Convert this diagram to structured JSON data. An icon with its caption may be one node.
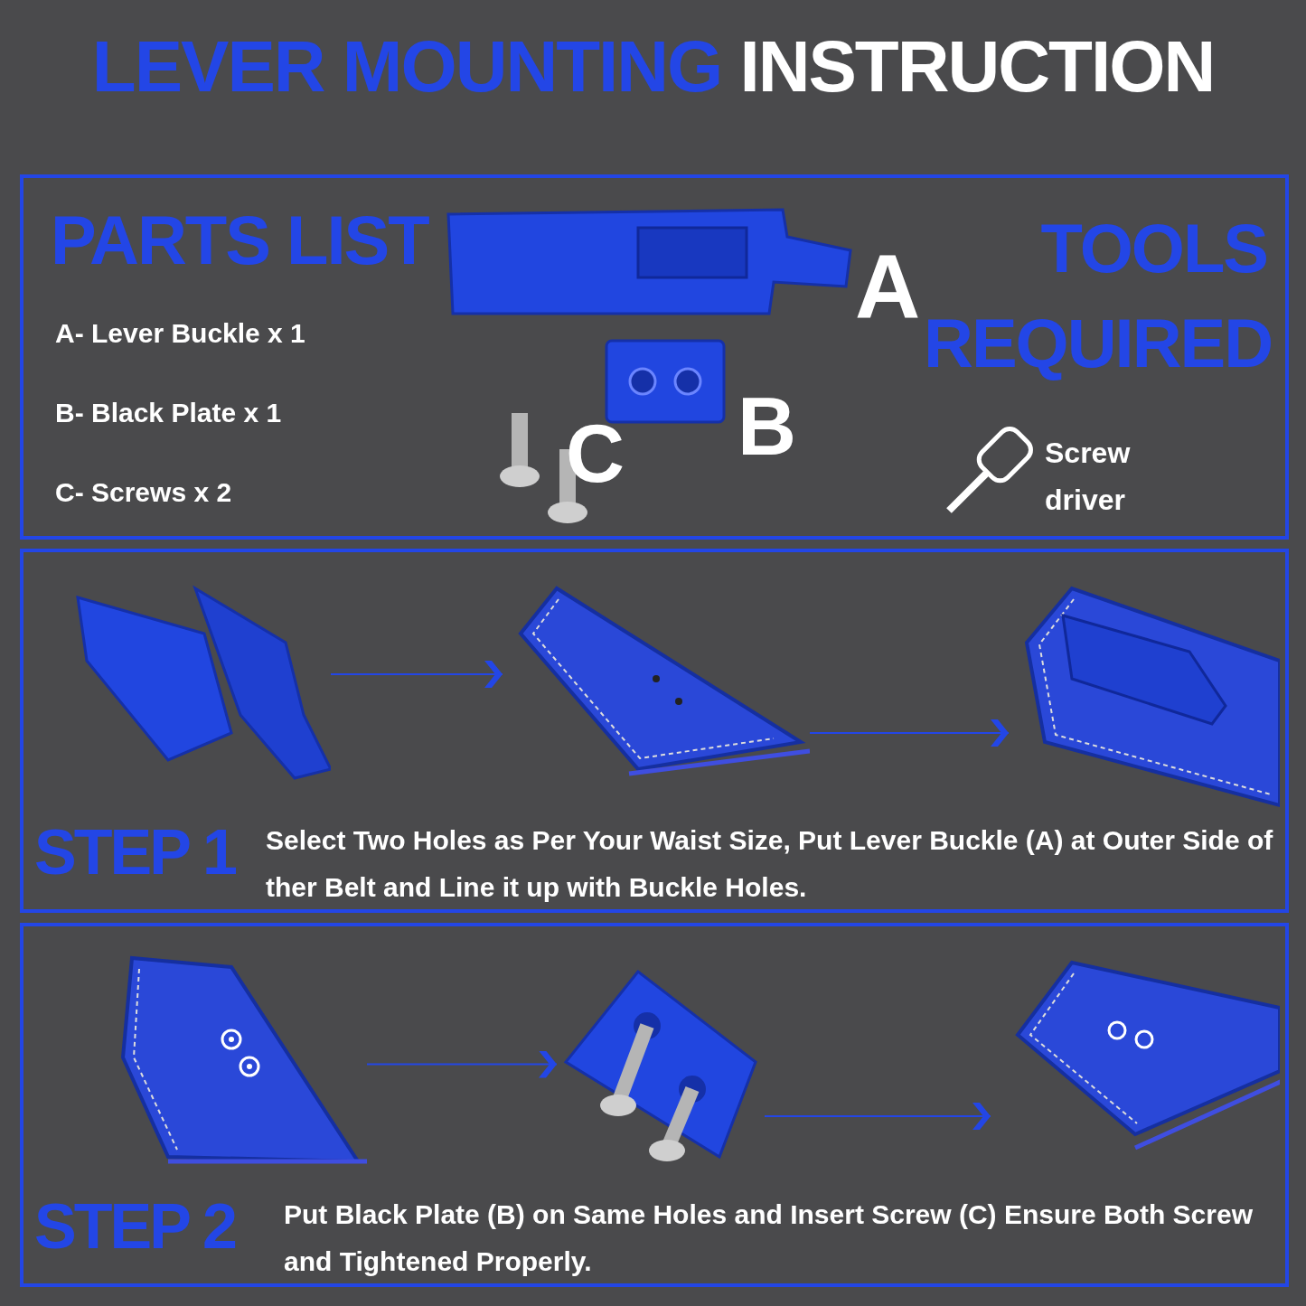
{
  "diagram": {
    "title": "LEVER MOUNTING INSTRUCTION",
    "nodes": [
      {
        "text": [
          "PARTS LIST",
          "**A**- Lever Buckle x 1",
          "**B**- Black Plate x 1",
          "**C**- Screws x 2",
          "TOOLS REQUIRED"
        ]
      },
      {
        "text": [],
        "shape": "picture",
        "in": 0,
        "beside": [
          "A"
        ]
      },
      {
        "text": [],
        "shape": "picture",
        "in": 0,
        "beside": [
          "B"
        ]
      },
      {
        "text": [],
        "shape": "picture",
        "in": 0,
        "beside": [
          "C"
        ]
      },
      {
        "text": [],
        "shape": "picture",
        "in": 0,
        "beside": [
          "Screw driver"
        ]
      },
      {
        "text": [
          "STEP 1",
          "Select Two Holes as Per Your **Waist Size,** Put **Lever Buckle (A)** at Outer Side of ther Belt and Line it up with Buckle Holes."
        ]
      },
      {
        "text": [],
        "shape": "picture",
        "in": 5
      },
      {
        "text": [],
        "shape": "picture",
        "in": 5
      },
      {
        "text": [],
        "shape": "picture",
        "in": 5
      },
      {
        "text": [
          "STEP 2",
          "Put Black **Plate (B)** on Same Holes and **Insert Screw (C)** Ensure Both Screw and Tightened Properly."
        ]
      },
      {
        "text": [],
        "shape": "picture",
        "in": 9
      },
      {
        "text": [],
        "shape": "picture",
        "in": 9
      },
      {
        "text": [],
        "shape": "picture",
        "in": 9
      }
    ],
    "edges": [
      {
        "from": 6,
        "to": 7,
        "arrow": "to"
      },
      {
        "from": 7,
        "to": 8,
        "arrow": "to"
      },
      {
        "from": 10,
        "to": 11,
        "arrow": "to"
      },
      {
        "from": 11,
        "to": 12,
        "arrow": "to"
      }
    ]
  }
}
